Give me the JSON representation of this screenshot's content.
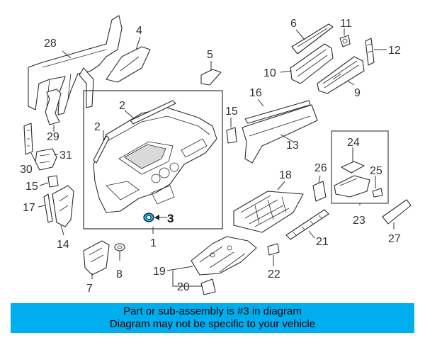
{
  "callouts": {
    "c1": "1",
    "c2a": "2",
    "c2b": "2",
    "c3": "3",
    "c4": "4",
    "c5": "5",
    "c6": "6",
    "c7": "7",
    "c8": "8",
    "c9": "9",
    "c10": "10",
    "c11": "11",
    "c12": "12",
    "c13": "13",
    "c14": "14",
    "c15a": "15",
    "c15b": "15",
    "c16": "16",
    "c17": "17",
    "c18": "18",
    "c19": "19",
    "c20": "20",
    "c21": "21",
    "c22": "22",
    "c23": "23",
    "c24": "24",
    "c25": "25",
    "c26": "26",
    "c27": "27",
    "c28": "28",
    "c29": "29",
    "c30": "30",
    "c31": "31"
  },
  "banner": {
    "line1": "Part or sub-assembly is #3 in diagram",
    "line2": "Diagram may not be specific to your vehicle"
  },
  "colors": {
    "banner_bg": "#00aeef",
    "highlight_part": "#1aa7e6",
    "line_art": "#2a2a2a"
  }
}
